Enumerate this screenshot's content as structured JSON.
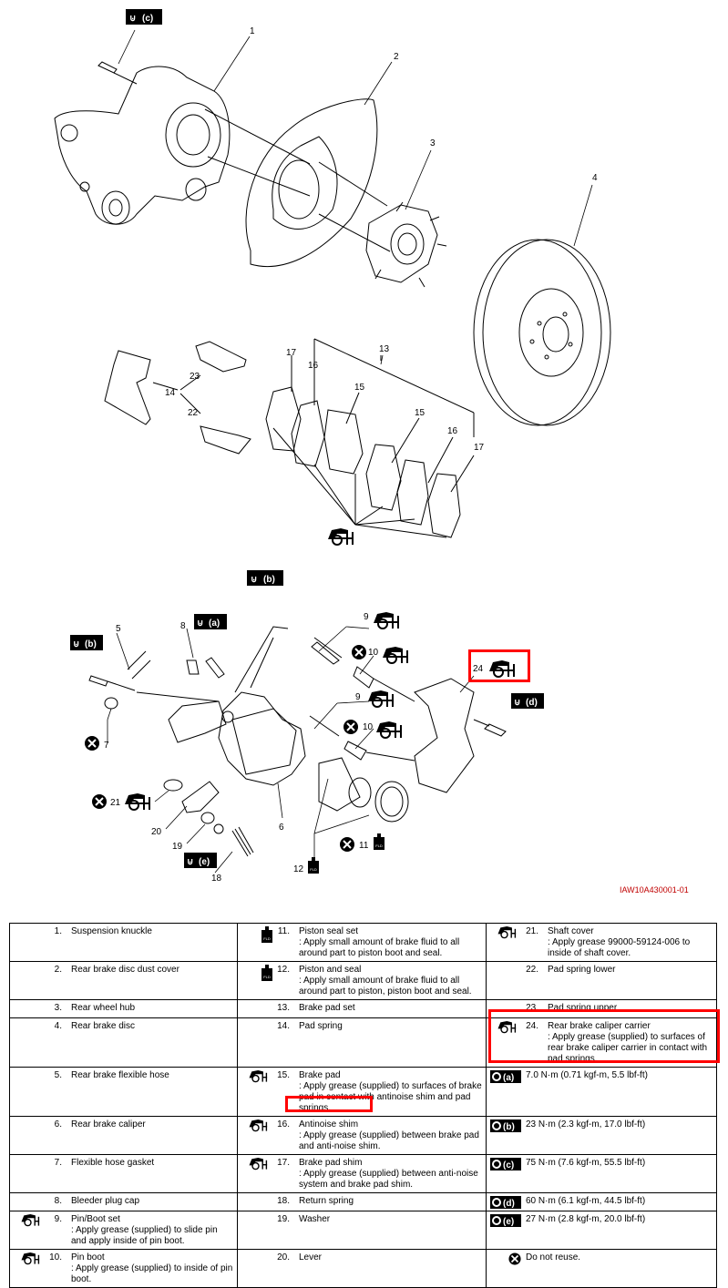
{
  "diagram": {
    "figure_id": "IAW10A430001-01",
    "callouts": {
      "c1": "1",
      "c2": "2",
      "c3": "3",
      "c4": "4",
      "c5": "5",
      "c6": "6",
      "c7": "7",
      "c8": "8",
      "c9a": "9",
      "c9b": "9",
      "c10a": "10",
      "c10b": "10",
      "c11": "11",
      "c12": "12",
      "c13": "13",
      "c14": "14",
      "c15a": "15",
      "c15b": "15",
      "c16a": "16",
      "c16b": "16",
      "c17a": "17",
      "c17b": "17",
      "c18": "18",
      "c19": "19",
      "c20": "20",
      "c21": "21",
      "c22": "22",
      "c23": "23",
      "c24": "24"
    },
    "torque_badges": {
      "a": "(a)",
      "b1": "(b)",
      "b2": "(b)",
      "c": "(c)",
      "d": "(d)",
      "e": "(e)"
    }
  },
  "legend": {
    "col1": [
      {
        "num": "1.",
        "name": "Suspension knuckle",
        "note": "",
        "icon": ""
      },
      {
        "num": "2.",
        "name": "Rear brake disc dust cover",
        "note": "",
        "icon": ""
      },
      {
        "num": "3.",
        "name": "Rear wheel hub",
        "note": "",
        "icon": ""
      },
      {
        "num": "4.",
        "name": "Rear brake disc",
        "note": "",
        "icon": ""
      },
      {
        "num": "5.",
        "name": "Rear brake flexible hose",
        "note": "",
        "icon": ""
      },
      {
        "num": "6.",
        "name": "Rear brake caliper",
        "note": "",
        "icon": ""
      },
      {
        "num": "7.",
        "name": "Flexible hose gasket",
        "note": "",
        "icon": ""
      },
      {
        "num": "8.",
        "name": "Bleeder plug cap",
        "note": "",
        "icon": ""
      },
      {
        "num": "9.",
        "name": "Pin/Boot set",
        "note": ": Apply grease (supplied) to slide pin and apply inside of pin boot.",
        "icon": "grease-icon"
      },
      {
        "num": "10.",
        "name": "Pin boot",
        "note": ": Apply grease (supplied) to inside of pin boot.",
        "icon": "grease-icon"
      }
    ],
    "col2": [
      {
        "num": "11.",
        "name": "Piston seal set",
        "note": ": Apply small amount of brake fluid to all around part to piston boot and seal.",
        "icon": "brake-fluid-icon"
      },
      {
        "num": "12.",
        "name": "Piston and seal",
        "note": ": Apply small amount of brake fluid to all around part to piston, piston boot and seal.",
        "icon": "brake-fluid-icon"
      },
      {
        "num": "13.",
        "name": "Brake pad set",
        "note": "",
        "icon": ""
      },
      {
        "num": "14.",
        "name": "Pad spring",
        "note": "",
        "icon": ""
      },
      {
        "num": "15.",
        "name": "Brake pad",
        "note": ": Apply grease (supplied) to surfaces of brake pad in contact with antinoise shim and pad springs.",
        "icon": "grease-icon"
      },
      {
        "num": "16.",
        "name": "Antinoise shim",
        "note": ": Apply grease (supplied) between brake pad and anti-noise shim.",
        "icon": "grease-icon"
      },
      {
        "num": "17.",
        "name": "Brake pad shim",
        "note": ": Apply grease (supplied) between anti-noise system and brake pad shim.",
        "icon": "grease-icon"
      },
      {
        "num": "18.",
        "name": "Return spring",
        "note": "",
        "icon": ""
      },
      {
        "num": "19.",
        "name": "Washer",
        "note": "",
        "icon": ""
      },
      {
        "num": "20.",
        "name": "Lever",
        "note": "",
        "icon": ""
      }
    ],
    "col3": [
      {
        "num": "21.",
        "name": "Shaft cover",
        "note": ": Apply grease 99000-59124-006 to inside of shaft cover.",
        "icon": "grease-icon"
      },
      {
        "num": "22.",
        "name": "Pad spring lower",
        "note": "",
        "icon": ""
      },
      {
        "num": "23.",
        "name": "Pad spring upper",
        "note": "",
        "icon": ""
      },
      {
        "num": "24.",
        "name": "Rear brake caliper carrier",
        "note": ": Apply grease (supplied) to surfaces of rear brake caliper carrier in contact with pad springs.",
        "icon": "grease-icon"
      },
      {
        "num": "",
        "name": "7.0 N·m (0.71 kgf-m, 5.5 lbf-ft)",
        "note": "",
        "icon": "torque-icon",
        "badge": "(a)"
      },
      {
        "num": "",
        "name": "23 N·m (2.3 kgf-m, 17.0 lbf-ft)",
        "note": "",
        "icon": "torque-icon",
        "badge": "(b)"
      },
      {
        "num": "",
        "name": "75 N·m (7.6 kgf-m, 55.5 lbf-ft)",
        "note": "",
        "icon": "torque-icon",
        "badge": "(c)"
      },
      {
        "num": "",
        "name": "60 N·m (6.1 kgf-m, 44.5 lbf-ft)",
        "note": "",
        "icon": "torque-icon",
        "badge": "(d)"
      },
      {
        "num": "",
        "name": "27 N·m (2.8 kgf-m, 20.0 lbf-ft)",
        "note": "",
        "icon": "torque-icon",
        "badge": "(e)"
      },
      {
        "num": "",
        "name": "Do not reuse.",
        "note": "",
        "icon": "do-not-reuse-icon"
      }
    ]
  }
}
